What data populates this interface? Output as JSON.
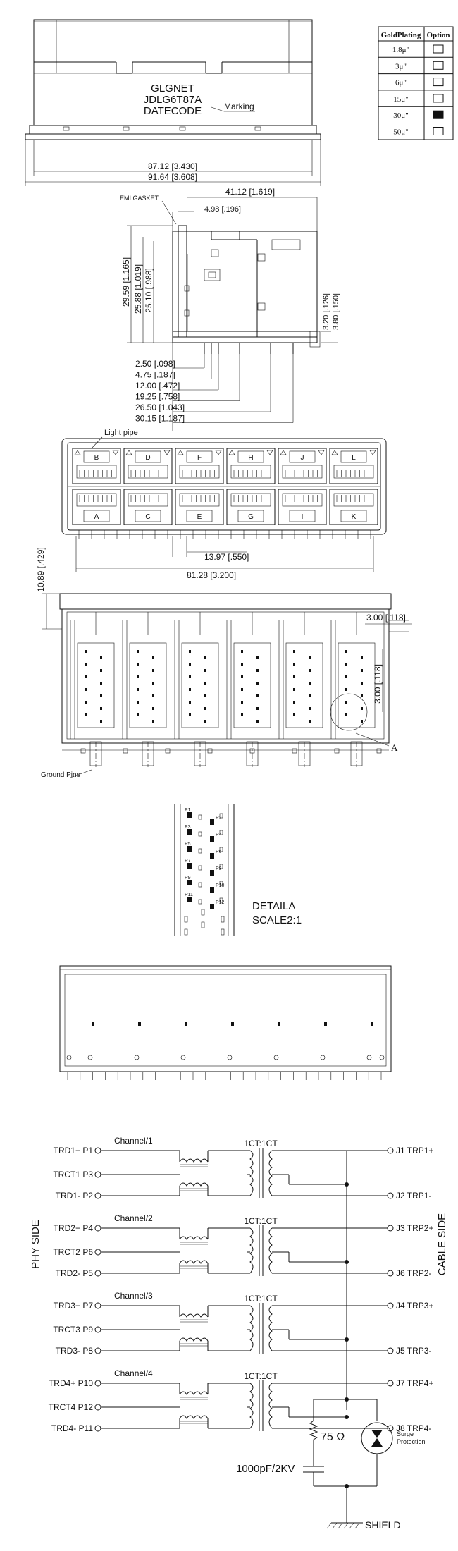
{
  "front_view": {
    "brand": "GLGNET",
    "part_number": "JDLG6T87A",
    "datecode": "DATECODE",
    "marking_label": "Marking",
    "dim_inner": "87.12 [3.430]",
    "dim_outer": "91.64 [3.608]"
  },
  "gold_plating": {
    "header_plating": "GoldPlating",
    "header_option": "Option",
    "rows": [
      {
        "value": "1.8μ\"",
        "selected": false
      },
      {
        "value": "3μ\"",
        "selected": false
      },
      {
        "value": "6μ\"",
        "selected": false
      },
      {
        "value": "15μ\"",
        "selected": false
      },
      {
        "value": "30μ\"",
        "selected": true
      },
      {
        "value": "50μ\"",
        "selected": false
      }
    ]
  },
  "side_view": {
    "emi_gasket": "EMI GASKET",
    "dim_top_1": "41.12 [1.619]",
    "dim_top_2": "4.98 [.196]",
    "dim_v1": "29.59 [1.165]",
    "dim_v2": "25.88 [1.019]",
    "dim_v3": "25.10 [.988]",
    "dim_r1": "3.20 [.126]",
    "dim_r2": "3.80 [.150]",
    "bottom_dims": [
      "2.50 [.098]",
      "4.75 [.187]",
      "12.00 [.472]",
      "19.25 [.758]",
      "26.50 [1.043]",
      "30.15 [1.187]"
    ]
  },
  "port_view": {
    "light_pipe": "Light pipe",
    "top_ports": [
      "B",
      "D",
      "F",
      "H",
      "J",
      "L"
    ],
    "bottom_ports": [
      "A",
      "C",
      "E",
      "G",
      "I",
      "K"
    ],
    "dim_pitch": "13.97 [.550]",
    "dim_width": "81.28 [3.200]"
  },
  "bottom_view": {
    "dim_left": "10.89 [.429]",
    "dim_r1": "3.00 [.118]",
    "dim_r2": "3.00 [.118]",
    "detail_marker": "A",
    "ground_pins": "Ground Pins"
  },
  "detail": {
    "title": "DETAILA",
    "scale": "SCALE2:1",
    "pins_left": [
      "P1",
      "P3",
      "P5",
      "P7",
      "P9",
      "P11"
    ],
    "pins_right": [
      "P2",
      "P4",
      "P6",
      "P8",
      "P10",
      "P12"
    ]
  },
  "schematic": {
    "phy_side": "PHY SIDE",
    "cable_side": "CABLE SIDE",
    "ratio_label": "1CT:1CT",
    "channels": [
      {
        "name": "Channel/1",
        "plus": "TRD1+ P1",
        "ct": "TRCT1 P3",
        "minus": "TRD1- P2",
        "j_plus": "J1 TRP1+",
        "j_minus": "J2 TRP1-"
      },
      {
        "name": "Channel/2",
        "plus": "TRD2+ P4",
        "ct": "TRCT2 P6",
        "minus": "TRD2- P5",
        "j_plus": "J3 TRP2+",
        "j_minus": "J6 TRP2-"
      },
      {
        "name": "Channel/3",
        "plus": "TRD3+ P7",
        "ct": "TRCT3 P9",
        "minus": "TRD3- P8",
        "j_plus": "J4 TRP3+",
        "j_minus": "J5 TRP3-"
      },
      {
        "name": "Channel/4",
        "plus": "TRD4+ P10",
        "ct": "TRCT4 P12",
        "minus": "TRD4- P11",
        "j_plus": "J7 TRP4+",
        "j_minus": "J8 TRP4-"
      }
    ],
    "resistor": "75 Ω",
    "capacitor": "1000pF/2KV",
    "surge_line1": "Surge",
    "surge_line2": "Protection",
    "shield": "SHIELD"
  }
}
